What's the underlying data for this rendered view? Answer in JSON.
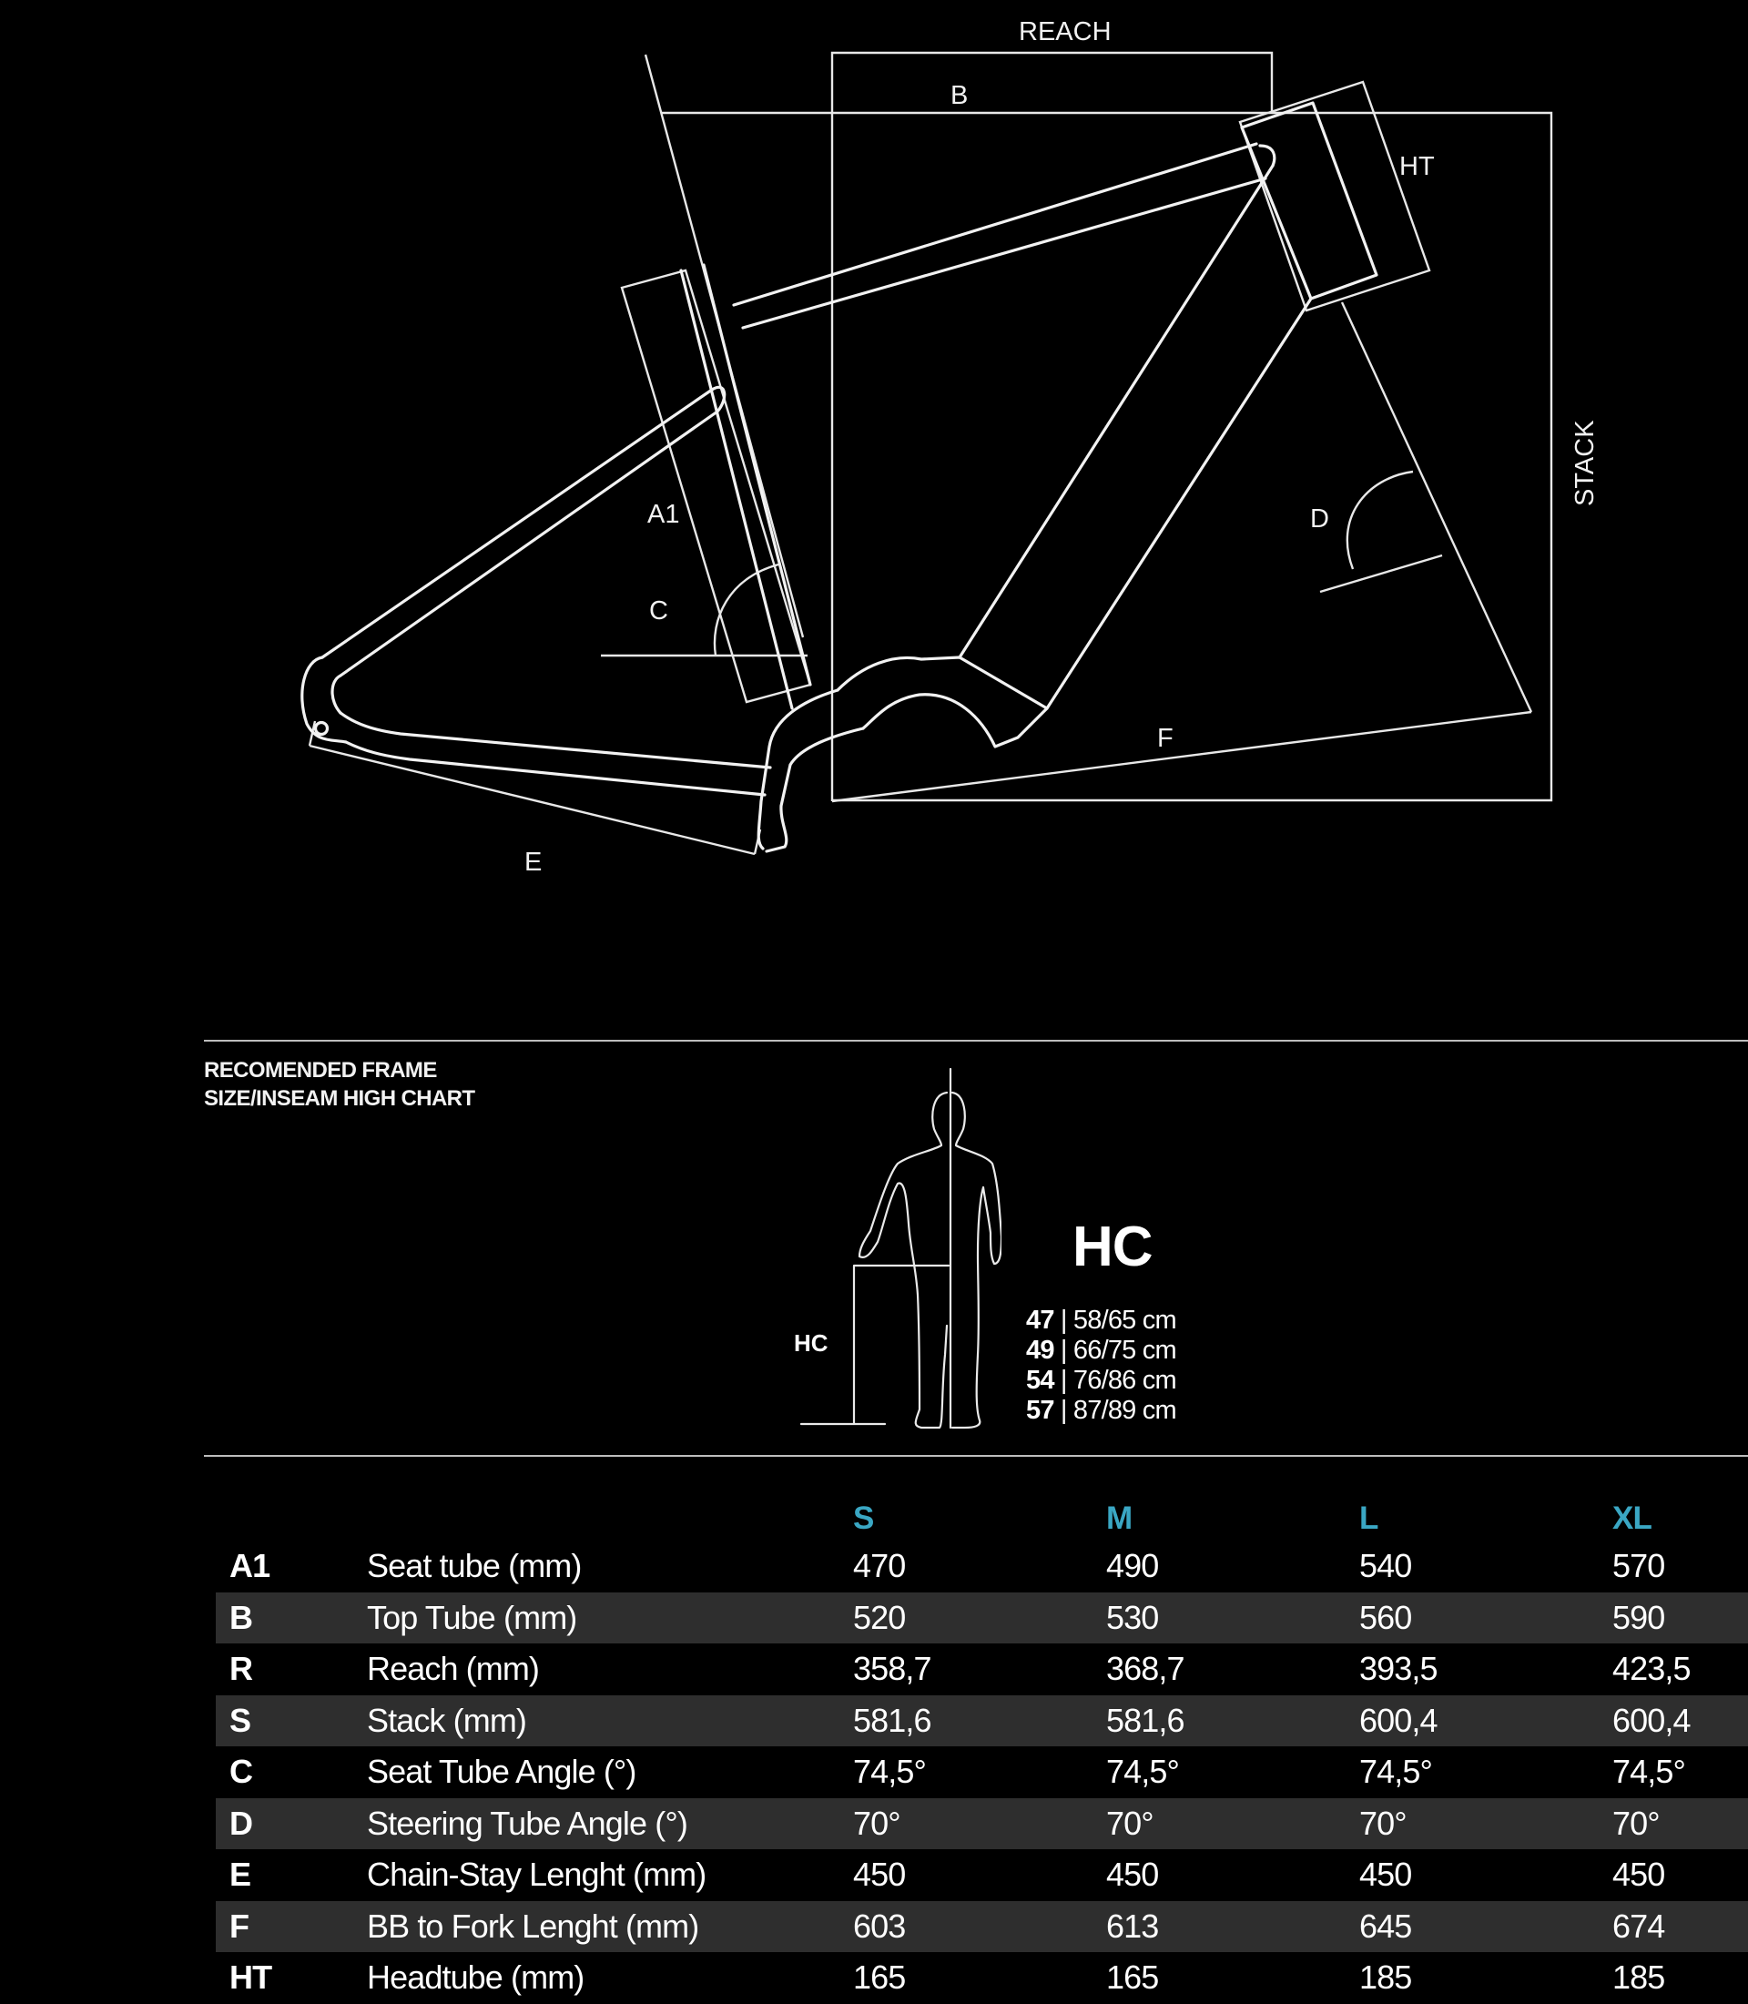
{
  "diagram": {
    "labels": {
      "reach": "REACH",
      "b": "B",
      "ht": "HT",
      "stack": "STACK",
      "a1": "A1",
      "c": "C",
      "d": "D",
      "e": "E",
      "f": "F"
    }
  },
  "size_chart": {
    "title_line1": "RECOMENDED FRAME",
    "title_line2": "SIZE/INSEAM HIGH CHART",
    "hc_label": "HC",
    "hc_heading": "HC",
    "sizes": [
      {
        "size": "47",
        "range": " | 58/65 cm"
      },
      {
        "size": "49",
        "range": " | 66/75 cm"
      },
      {
        "size": "54",
        "range": " | 76/86 cm"
      },
      {
        "size": "57",
        "range": " | 87/89 cm"
      }
    ]
  },
  "geometry_table": {
    "columns": [
      "S",
      "M",
      "L",
      "XL"
    ],
    "accent_color": "#3aa7c4",
    "rows": [
      {
        "code": "A1",
        "label": "Seat tube (mm)",
        "values": [
          "470",
          "490",
          "540",
          "570"
        ]
      },
      {
        "code": "B",
        "label": "Top Tube (mm)",
        "values": [
          "520",
          "530",
          "560",
          "590"
        ]
      },
      {
        "code": "R",
        "label": "Reach (mm)",
        "values": [
          "358,7",
          "368,7",
          "393,5",
          "423,5"
        ]
      },
      {
        "code": "S",
        "label": "Stack (mm)",
        "values": [
          "581,6",
          "581,6",
          "600,4",
          "600,4"
        ]
      },
      {
        "code": "C",
        "label": "Seat Tube Angle (°)",
        "values": [
          "74,5°",
          "74,5°",
          "74,5°",
          "74,5°"
        ]
      },
      {
        "code": "D",
        "label": "Steering Tube Angle (°)",
        "values": [
          "70°",
          "70°",
          "70°",
          "70°"
        ]
      },
      {
        "code": "E",
        "label": "Chain-Stay Lenght (mm)",
        "values": [
          "450",
          "450",
          "450",
          "450"
        ]
      },
      {
        "code": "F",
        "label": "BB to Fork Lenght (mm)",
        "values": [
          "603",
          "613",
          "645",
          "674"
        ]
      },
      {
        "code": "HT",
        "label": "Headtube (mm)",
        "values": [
          "165",
          "165",
          "185",
          "185"
        ]
      }
    ]
  }
}
